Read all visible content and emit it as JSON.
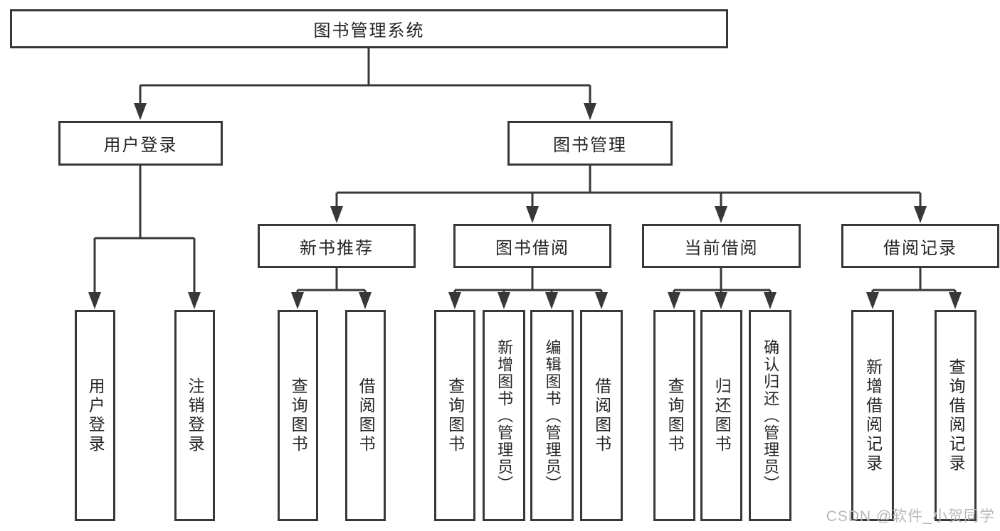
{
  "nodes": {
    "root": "图书管理系统",
    "user_login": "用户登录",
    "book_management": "图书管理",
    "new_book_recommend": "新书推荐",
    "book_borrow": "图书借阅",
    "current_borrow": "当前借阅",
    "borrow_records": "借阅记录",
    "leaf_user_login": "用户登录",
    "leaf_logout": "注销登录",
    "leaf_recommend_query": "查询图书",
    "leaf_recommend_borrow": "借阅图书",
    "leaf_borrow_query": "查询图书",
    "leaf_borrow_add": "新增图书（管理员）",
    "leaf_borrow_edit": "编辑图书（管理员）",
    "leaf_borrow_lend": "借阅图书",
    "leaf_current_query": "查询图书",
    "leaf_current_return": "归还图书",
    "leaf_current_confirm": "确认归还（管理员）",
    "leaf_records_add": "新增借阅记录",
    "leaf_records_query": "查询借阅记录"
  },
  "watermark": {
    "text": "CSDN @软件_小贺同学"
  },
  "colors": {
    "line": "#38383a",
    "text": "#262628",
    "watermark": "#b8b8b8",
    "background": "#ffffff"
  }
}
